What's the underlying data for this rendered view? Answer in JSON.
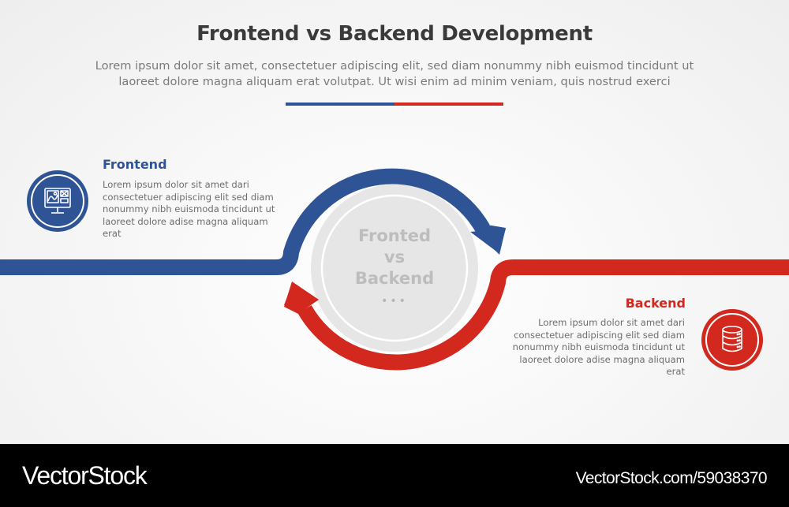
{
  "header": {
    "title": "Frontend vs Backend Development",
    "subtitle_line1": "Lorem ipsum dolor sit amet, consectetuer adipiscing elit, sed diam nonummy nibh euismod tincidunt ut",
    "subtitle_line2": "laoreet dolore magna aliquam erat volutpat. Ut wisi enim ad minim veniam, quis nostrud exerci",
    "divider_colors": [
      "#2f5496",
      "#d3281d"
    ]
  },
  "center": {
    "line1": "Fronted",
    "line2": "vs",
    "line3": "Backend",
    "dots": "•••"
  },
  "frontend": {
    "heading": "Frontend",
    "description": "Lorem ipsum dolor sit amet dari consectetuer adipiscing elit sed diam nonummy nibh euismoda tincidunt ut laoreet dolore adise magna aliquam erat",
    "icon": "monitor-icon",
    "color": "#2f5496"
  },
  "backend": {
    "heading": "Backend",
    "description": "Lorem ipsum dolor sit amet dari consectetuer adipiscing elit sed diam nonummy nibh euismoda tincidunt ut laoreet dolore adise magna aliquam erat",
    "icon": "database-icon",
    "color": "#d3281d"
  },
  "footer": {
    "brand": "VectorStock",
    "url": "VectorStock.com/59038370"
  }
}
